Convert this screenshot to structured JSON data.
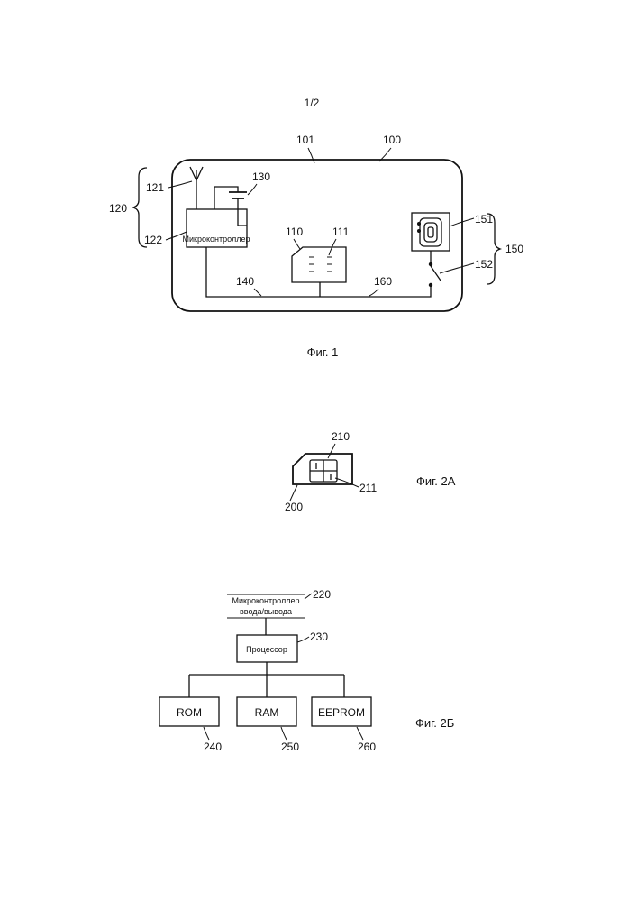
{
  "page": {
    "number": "1/2"
  },
  "fig1": {
    "caption": "Фиг. 1",
    "refs": {
      "r100": "100",
      "r101": "101",
      "r110": "110",
      "r111": "111",
      "r120": "120",
      "r121": "121",
      "r122": "122",
      "r130": "130",
      "r140": "140",
      "r150": "150",
      "r151": "151",
      "r152": "152",
      "r160": "160"
    },
    "microcontroller_label": "Микроконтроллер"
  },
  "fig2a": {
    "caption": "Фиг. 2А",
    "refs": {
      "r200": "200",
      "r210": "210",
      "r211": "211"
    }
  },
  "fig2b": {
    "caption": "Фиг. 2Б",
    "io_line1": "Микроконтроллер",
    "io_line2": "ввода/вывода",
    "processor_label": "Процессор",
    "rom_label": "ROM",
    "ram_label": "RAM",
    "eeprom_label": "EEPROM",
    "refs": {
      "r220": "220",
      "r230": "230",
      "r240": "240",
      "r250": "250",
      "r260": "260"
    }
  }
}
